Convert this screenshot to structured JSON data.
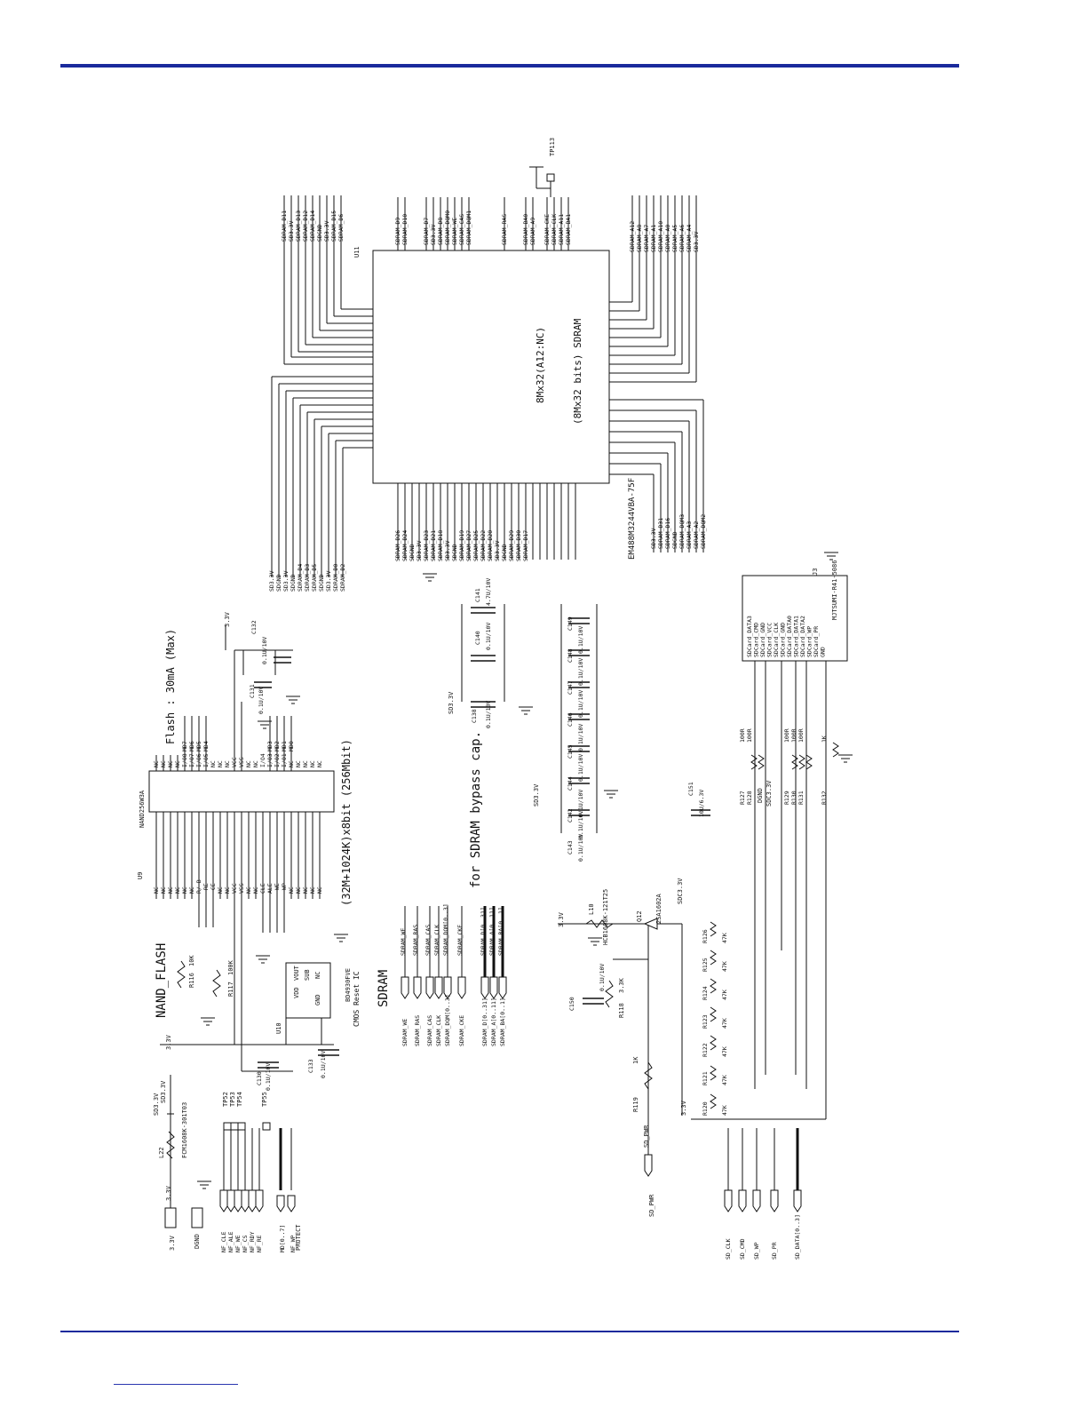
{
  "colors": {
    "rule": "#1a2a9c",
    "ink": "#111111"
  },
  "sections": {
    "nand_title": "NAND_FLASH",
    "flash_current": "Flash : 30mA (Max)",
    "nand_size": "(32M+1024K)x8bit (256Mbit)",
    "reset_ic": "CMOS Reset IC",
    "sdram_title": "SDRAM",
    "bypass_note": "for SDRAM bypass cap.",
    "sdram_size": "8Mx32(A12:NC)",
    "sdram_org": "(8Mx32 bits) SDRAM"
  },
  "parts": {
    "u9": "U9",
    "u9_part": "NAND256W3A",
    "u10": "U10",
    "u10_part": "BD4930FVE",
    "u11": "U11",
    "u11_part": "EM488M3244VBA-75F",
    "j3": "J3",
    "j3_part": "MJTSUMI-R41-5086",
    "q12": "Q12",
    "q12_part": "2SA1602A",
    "tp113": "TP113",
    "l22": "L22",
    "l22_part": "FCM1608K-301T03",
    "l10": "L10",
    "l10_part": "HCB1608K-121T25"
  },
  "nets": {
    "v33": "3.3V",
    "sd33": "SD3.3V",
    "sdc33": "SDC3.3V",
    "dgnd": "DGND",
    "protect": "PROTECT",
    "sd_pwr": "SD_PWR"
  },
  "nand_ports": [
    "NF_CLE",
    "NF_ALE",
    "NF_WE",
    "NF_CS",
    "NF_RDY",
    "NF_RE",
    "MD[0..7]",
    "NF_WP"
  ],
  "sdram_ports": [
    "SDRAM_WE",
    "SDRAM_RAS",
    "SDRAM_CAS",
    "SDRAM_CLK",
    "SDRAM_DQM[0..3]",
    "SDRAM_CKE",
    "SDRAM_D[0..31]",
    "SDRAM_A[0..11]",
    "SDRAM_BA[0..1]"
  ],
  "sd_ports": [
    "SD_CLK",
    "SD_CMD",
    "SD_WP",
    "SD_PR",
    "SD_DATA[0..3]"
  ],
  "nand_pins_left": [
    "NC",
    "NC",
    "NC",
    "NC",
    "NC",
    "NC",
    "R/~B",
    "~RE",
    "~CE",
    "NC",
    "NC",
    "VCC",
    "VSS",
    "NC",
    "NC",
    "CLE",
    "ALE",
    "~WE",
    "~WP",
    "NC",
    "NC",
    "NC",
    "NC",
    "NC"
  ],
  "nand_pins_right": [
    "NC",
    "NC",
    "NC",
    "NC",
    "I/O8",
    "I/O7",
    "I/O6",
    "I/O5",
    "NC",
    "NC",
    "NC",
    "VCC",
    "VSS",
    "NC",
    "NC",
    "I/O4",
    "I/O3",
    "I/O2",
    "I/O1",
    "NC",
    "NC",
    "NC",
    "NC",
    "NC"
  ],
  "nand_md": [
    "MD7",
    "MD6",
    "MD5",
    "MD4",
    "MD3",
    "MD2",
    "MD1",
    "MD0"
  ],
  "sdram_top_nets": [
    "SDRAM_D9",
    "SDRAM_D10",
    "SDRAM_D7",
    "SD3.3V",
    "SDRAM_D8",
    "SDRAM_DQM0",
    "SDRAM_WE",
    "SDRAM_CAS",
    "SDRAM_DQM1",
    "SDRAM_RAS",
    "SDRAM_BA0",
    "SDRAM_A9",
    "SDRAM_CKE",
    "SDRAM_CLK",
    "SDRAM_A11",
    "SDRAM_BA1"
  ],
  "sdram_left_nets": [
    "SDRAM_D11",
    "SD3.3V",
    "SDRAM_D13",
    "SDRAM_D12",
    "SDRAM_D14",
    "SDGND",
    "SD3.3V",
    "SDRAM_D15",
    "SDRAM_D6"
  ],
  "sdram_right_nets": [
    "SDRAM_A12",
    "SDRAM_A8",
    "SDRAM_A7",
    "SDRAM_A1",
    "SDRAM_A10",
    "SDRAM_A0",
    "SDRAM_A5",
    "SDRAM_A6",
    "SDRAM_A4",
    "SD3.3V"
  ],
  "sdram_bottom_nets": [
    "SDRAM_D26",
    "SDRAM_D24",
    "SDGND",
    "SD3.3V",
    "SDRAM_D23",
    "SDRAM_D21",
    "SDRAM_D18",
    "SD3.3V",
    "SDGND",
    "SDRAM_D19",
    "SDRAM_D27",
    "SDRAM_D25",
    "SDRAM_D22",
    "SDRAM_D20",
    "SD3.3V",
    "SDGND",
    "SDRAM_D29",
    "SDRAM_D30",
    "SDRAM_D17"
  ],
  "sdram_bl_nets": [
    "SD3.3V",
    "SDGND",
    "SD3.3V",
    "SDGND",
    "SDRAM_D4",
    "SDRAM_D3",
    "SDRAM_D5",
    "SDGND",
    "SD3.3V",
    "SDRAM_D0",
    "SDRAM_D2"
  ],
  "sdram_br_nets": [
    "SD3.3V",
    "SDRAM_D31",
    "SDRAM_D16",
    "SDGND",
    "SDRAM_DQM3",
    "SDRAM_A3",
    "SDRAM_A2",
    "SDRAM_DQM2"
  ],
  "sd_conn_pins": [
    "SDCard_DATA3",
    "SDCard_CMD",
    "SDCard_GND",
    "SDCard_VCC",
    "SDCard_CLK",
    "SDCard_GND",
    "SDCard_DATA0",
    "SDCard_DATA1",
    "SDCard_DATA2",
    "SDCard_WP",
    "SDCard_PR",
    "GND"
  ],
  "sd_resistors": [
    {
      "ref": "R127",
      "val": "100R"
    },
    {
      "ref": "R128",
      "val": "100R"
    },
    {
      "ref": "R129",
      "val": "100R"
    },
    {
      "ref": "R130",
      "val": "100R"
    },
    {
      "ref": "R131",
      "val": "100R"
    },
    {
      "ref": "R132",
      "val": "1K"
    }
  ],
  "pullups": [
    {
      "ref": "R120",
      "val": "47K"
    },
    {
      "ref": "R121",
      "val": "47K"
    },
    {
      "ref": "R122",
      "val": "47K"
    },
    {
      "ref": "R123",
      "val": "47K"
    },
    {
      "ref": "R124",
      "val": "47K"
    },
    {
      "ref": "R125",
      "val": "47K"
    },
    {
      "ref": "R126",
      "val": "47K"
    }
  ],
  "caps": [
    {
      "ref": "C138",
      "val": "0.1U/10V"
    },
    {
      "ref": "C140",
      "val": "0.1U/10V"
    },
    {
      "ref": "C141",
      "val": "4.7U/10V"
    },
    {
      "ref": "C142",
      "val": "0.1U/10V"
    },
    {
      "ref": "C143",
      "val": "0.1U/10V"
    },
    {
      "ref": "C144",
      "val": "0.1U/10V"
    },
    {
      "ref": "C145",
      "val": "0.1U/10V"
    },
    {
      "ref": "C146",
      "val": "0.1U/10V"
    },
    {
      "ref": "C147",
      "val": "0.1U/10V"
    },
    {
      "ref": "C148",
      "val": "0.1U/10V"
    },
    {
      "ref": "C149",
      "val": "0.1U/10V"
    },
    {
      "ref": "C130",
      "val": "0.1U/10V"
    },
    {
      "ref": "C131",
      "val": "0.1U/10V"
    },
    {
      "ref": "C132",
      "val": "0.1U/10V"
    },
    {
      "ref": "C133",
      "val": "0.1U/10V"
    },
    {
      "ref": "C150",
      "val": "0.1U/10V"
    },
    {
      "ref": "C151",
      "val": "10U/6.3V"
    }
  ],
  "misc": {
    "r116": "R116",
    "r116_val": "10K",
    "r117": "R117",
    "r117_val": "100K",
    "r118": "R118",
    "r118_val": "3.3K",
    "r119": "R119",
    "r119_val": "1K",
    "tp52": "TP52",
    "tp53": "TP53",
    "tp54": "TP54",
    "tp55": "TP55",
    "u10_vdd": "VDD",
    "u10_vout": "VOUT",
    "u10_sub": "SUB",
    "u10_gnd": "GND",
    "u10_nc": "NC"
  }
}
